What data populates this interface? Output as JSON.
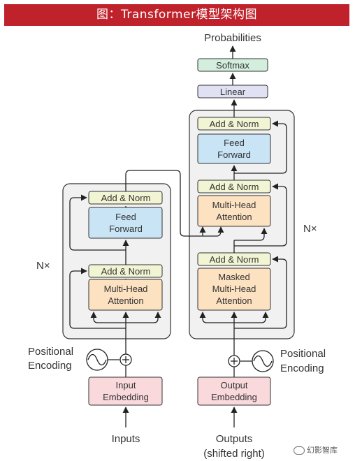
{
  "title": "图：Transformer模型架构图",
  "labels": {
    "probabilities": "Probabilities",
    "softmax": "Softmax",
    "linear": "Linear",
    "add_norm": "Add & Norm",
    "feed_line1": "Feed",
    "feed_line2": "Forward",
    "mha_line1": "Multi-Head",
    "mha_line2": "Attention",
    "masked_line1": "Masked",
    "masked_line2": "Multi-Head",
    "masked_line3": "Attention",
    "nx": "N×",
    "pos_line1": "Positional",
    "pos_line2": "Encoding",
    "input_emb_line1": "Input",
    "input_emb_line2": "Embedding",
    "output_emb_line1": "Output",
    "output_emb_line2": "Embedding",
    "inputs": "Inputs",
    "outputs_line1": "Outputs",
    "outputs_line2": "(shifted right)"
  },
  "watermark": "幻影智库",
  "colors": {
    "banner": "#c0222c",
    "add_norm": "#f2f5d3",
    "feed_forward": "#c8e4f5",
    "attention": "#fde2c2",
    "embedding": "#f9d9dc",
    "softmax": "#d3eedc",
    "linear": "#e1e1f4",
    "stack": "#f1f1f1"
  }
}
